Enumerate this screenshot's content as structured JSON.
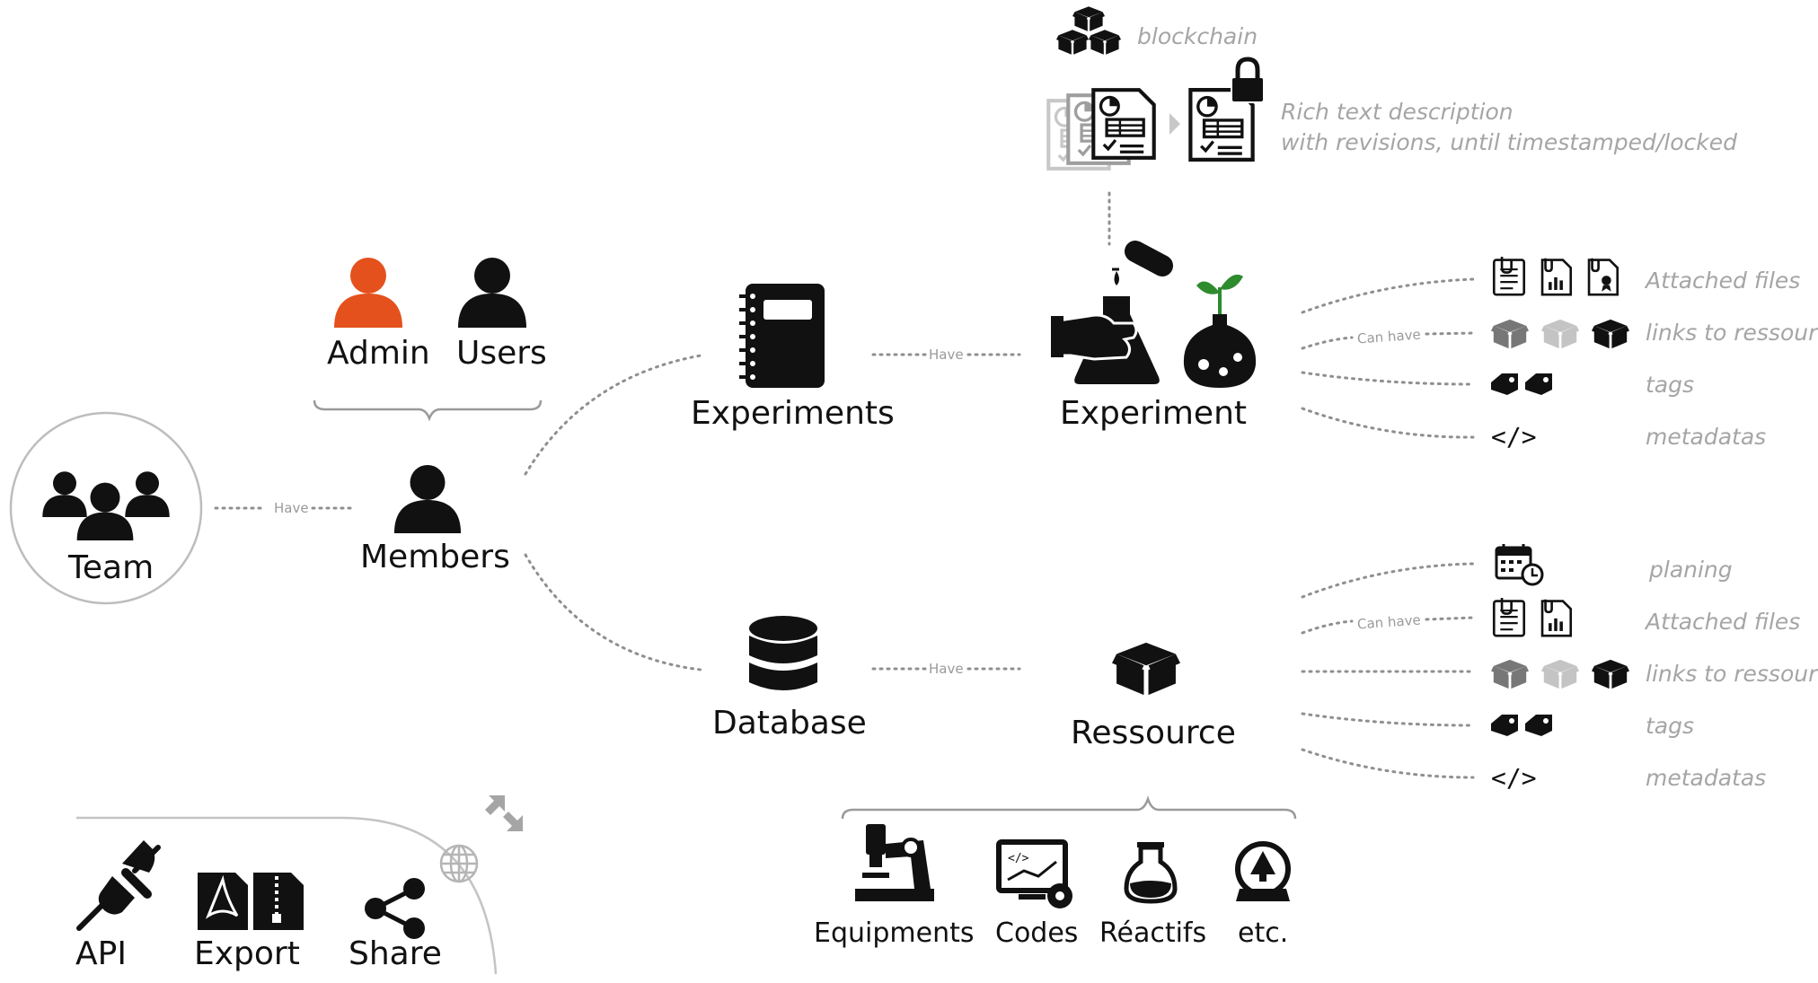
{
  "team": {
    "label": "Team"
  },
  "roles": {
    "admin": "Admin",
    "users": "Users"
  },
  "members": {
    "label": "Members"
  },
  "experiments": {
    "label": "Experiments"
  },
  "experiment": {
    "label": "Experiment"
  },
  "database": {
    "label": "Database"
  },
  "ressource": {
    "label": "Ressource"
  },
  "connector": {
    "have": "Have",
    "can_have": "Can have"
  },
  "top": {
    "blockchain": "blockchain",
    "rich_text_line1": "Rich text description",
    "rich_text_line2": "with revisions, until timestamped/locked"
  },
  "experiment_features": [
    "Attached files",
    "links to ressources",
    "tags",
    "metadatas"
  ],
  "ressource_features": [
    "planing",
    "Attached files",
    "links to ressources",
    "tags",
    "metadatas"
  ],
  "ressource_types": [
    "Equipments",
    "Codes",
    "Réactifs",
    "etc."
  ],
  "tools": {
    "api": "API",
    "export": "Export",
    "share": "Share"
  },
  "colors": {
    "admin": "#e4511d",
    "icon": "#111111",
    "muted": "#a5a5a5",
    "dots": "#8f8f8f",
    "plant": "#2e8b2e"
  }
}
